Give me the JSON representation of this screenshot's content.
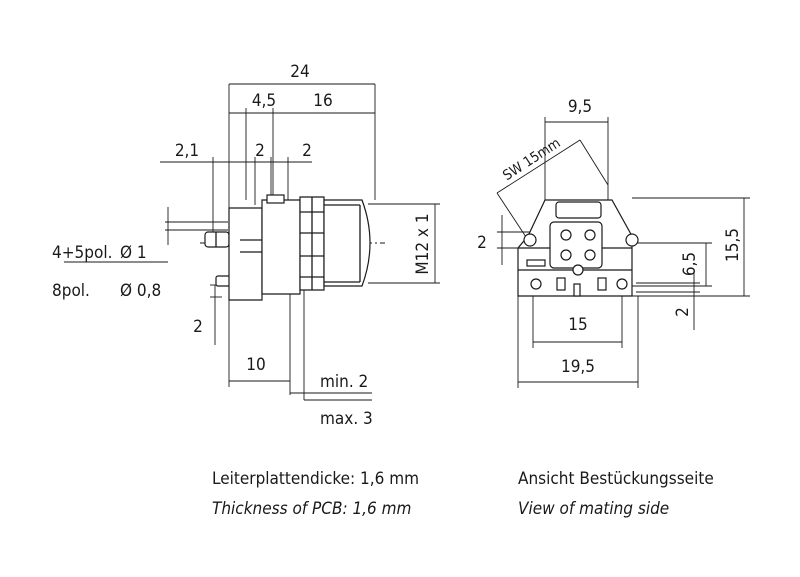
{
  "side_view": {
    "dim_24": "24",
    "dim_4_5": "4,5",
    "dim_16": "16",
    "dim_2_1": "2,1",
    "dim_2_a": "2",
    "dim_2_b": "2",
    "pin_label_1": "4+5pol.",
    "pin_value_1": "Ø 1",
    "pin_label_2": "8pol.",
    "pin_value_2": "Ø 0,8",
    "dim_2_left": "2",
    "dim_10": "10",
    "thread": "M12 x 1",
    "min": "min. 2",
    "max": "max. 3"
  },
  "front_view": {
    "dim_9_5": "9,5",
    "wrench": "SW 15mm",
    "dim_2_left": "2",
    "dim_6_5": "6,5",
    "dim_15_5": "15,5",
    "dim_15": "15",
    "dim_2_right": "2",
    "dim_19_5": "19,5"
  },
  "captions": {
    "pcb_de": "Leiterplattendicke: 1,6 mm",
    "pcb_en": "Thickness of PCB: 1,6 mm",
    "view_de": "Ansicht Bestückungsseite",
    "view_en": "View of mating side"
  }
}
